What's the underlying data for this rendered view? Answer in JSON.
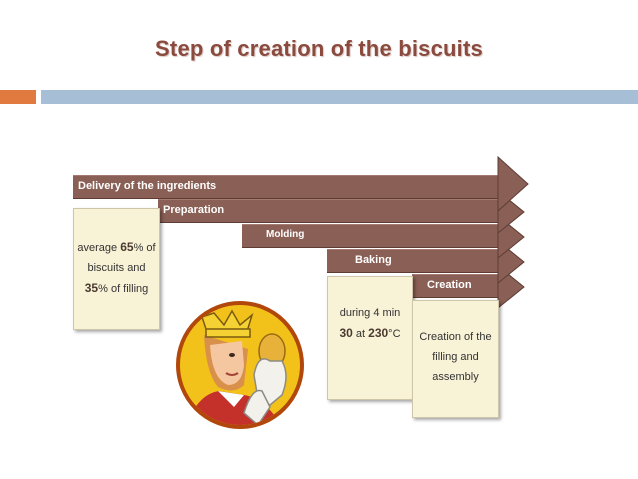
{
  "title": "Step of creation of the biscuits",
  "colors": {
    "accent_bar": "#e07a3f",
    "main_bar": "#a7bfd6",
    "arrow": "#8a5f55",
    "box": "#f8f2d6",
    "title": "#8a4a3e"
  },
  "steps": [
    {
      "label": "Delivery of the ingredients"
    },
    {
      "label": "Preparation"
    },
    {
      "label": "Molding"
    },
    {
      "label": "Baking"
    },
    {
      "label": "Creation"
    }
  ],
  "notes": {
    "ingredients": {
      "line1_a": "average ",
      "line1_num": "65",
      "line1_b": "% of",
      "line2": "biscuits and",
      "line3_num": "35",
      "line3_b": "% of filling"
    },
    "baking": {
      "line1": "during 4 min",
      "line2_num": "30",
      "line2_a": " at ",
      "line2_num2": "230",
      "line2_b": "°C"
    },
    "creation": {
      "line1": "Creation of the",
      "line2": "filling and",
      "line3": "assembly"
    }
  },
  "picture": {
    "icon": "king-holding-biscuit-icon"
  }
}
